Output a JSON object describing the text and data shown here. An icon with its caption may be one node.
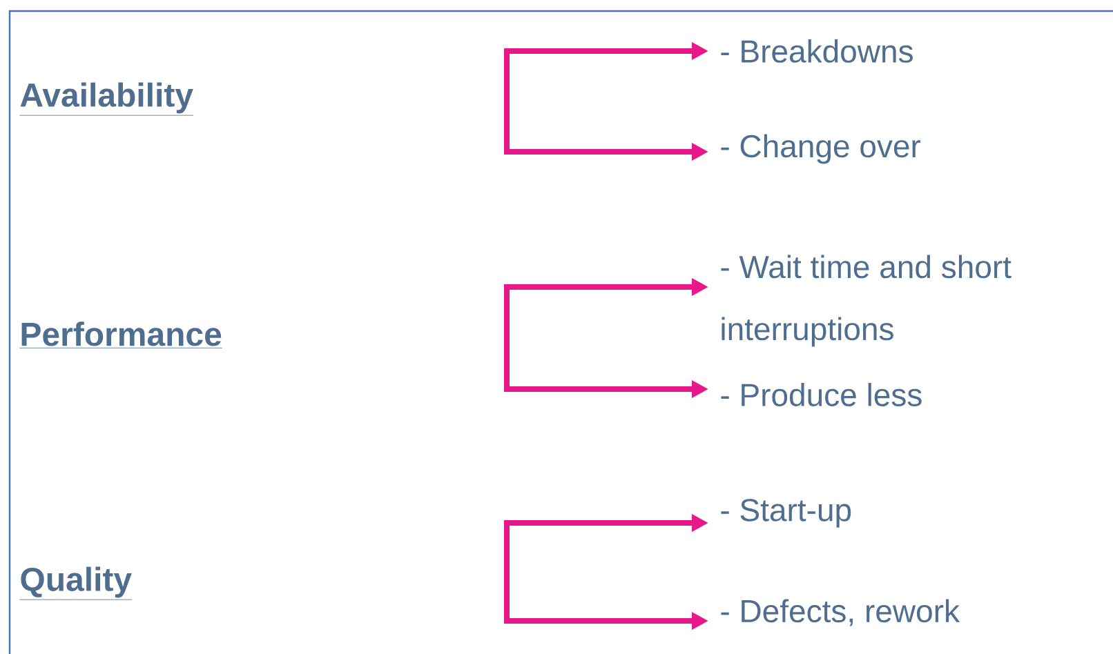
{
  "diagram": {
    "nodes": [
      {
        "text": [
          "Availability"
        ]
      },
      {
        "text": [
          "- Breakdowns"
        ]
      },
      {
        "text": [
          "- Change over"
        ]
      },
      {
        "text": [
          "Performance"
        ]
      },
      {
        "text": [
          "- Wait time and short interruptions"
        ]
      },
      {
        "text": [
          "- Produce less"
        ]
      },
      {
        "text": [
          "Quality"
        ]
      },
      {
        "text": [
          "- Start-up"
        ]
      },
      {
        "text": [
          "- Defects, rework"
        ]
      }
    ],
    "edges": [
      {
        "from": null,
        "to": 1,
        "arrow": "to"
      },
      {
        "from": null,
        "to": 2,
        "arrow": "to"
      },
      {
        "from": null,
        "to": 4,
        "arrow": "to"
      },
      {
        "from": null,
        "to": 5,
        "arrow": "to"
      },
      {
        "from": null,
        "to": 7,
        "arrow": "to"
      },
      {
        "from": null,
        "to": 8,
        "arrow": "to"
      }
    ]
  }
}
